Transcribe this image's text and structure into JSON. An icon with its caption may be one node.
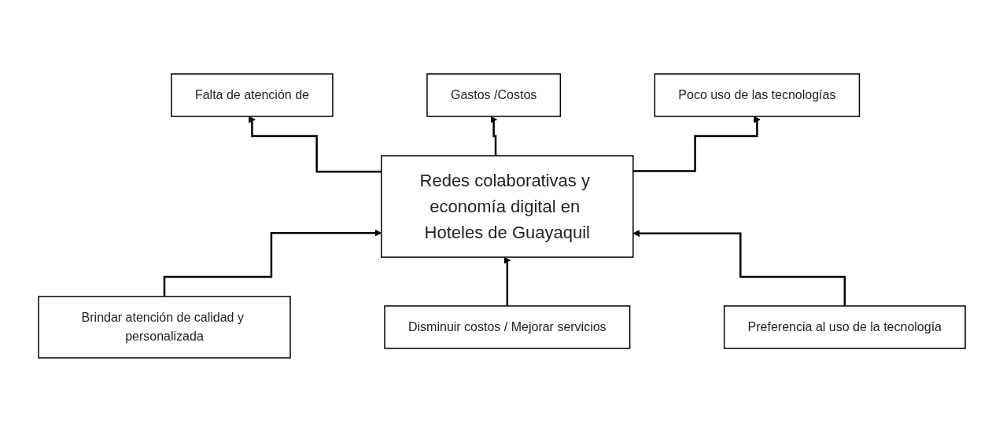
{
  "diagram": {
    "nodes": [
      {
        "text": [
          "Falta de atención de"
        ]
      },
      {
        "text": [
          "Gastos /Costos"
        ]
      },
      {
        "text": [
          "Poco uso de las tecnologías"
        ]
      },
      {
        "text": [
          "Redes colaborativas y economía digital en Hoteles de Guayaquil"
        ]
      },
      {
        "text": [
          "Brindar atención de calidad y personalizada"
        ]
      },
      {
        "text": [
          "Disminuir costos / Mejorar servicios"
        ]
      },
      {
        "text": [
          "Preferencia al uso de la tecnología"
        ]
      }
    ],
    "edges": [
      {
        "from": 3,
        "to": 0,
        "arrow": "to"
      },
      {
        "from": 3,
        "to": 1,
        "arrow": "to"
      },
      {
        "from": 3,
        "to": 2,
        "arrow": "to"
      },
      {
        "from": 4,
        "to": 3,
        "arrow": "to"
      },
      {
        "from": 5,
        "to": 3,
        "arrow": "to"
      },
      {
        "from": 6,
        "to": 3,
        "arrow": "to"
      }
    ]
  }
}
